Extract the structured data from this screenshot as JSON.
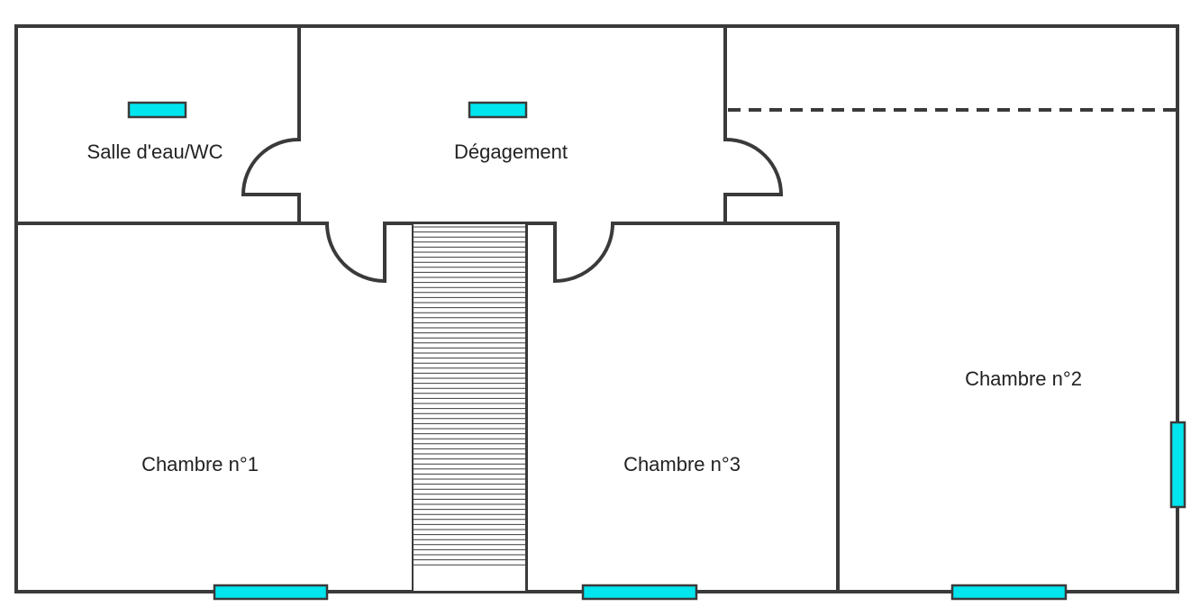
{
  "rooms": {
    "salle_eau": "Salle d'eau/WC",
    "degagement": "Dégagement",
    "chambre1": "Chambre n°1",
    "chambre2": "Chambre n°2",
    "chambre3": "Chambre n°3"
  },
  "colors": {
    "wall": "#3a3a3a",
    "window": "#00e5ee",
    "background": "#ffffff"
  }
}
